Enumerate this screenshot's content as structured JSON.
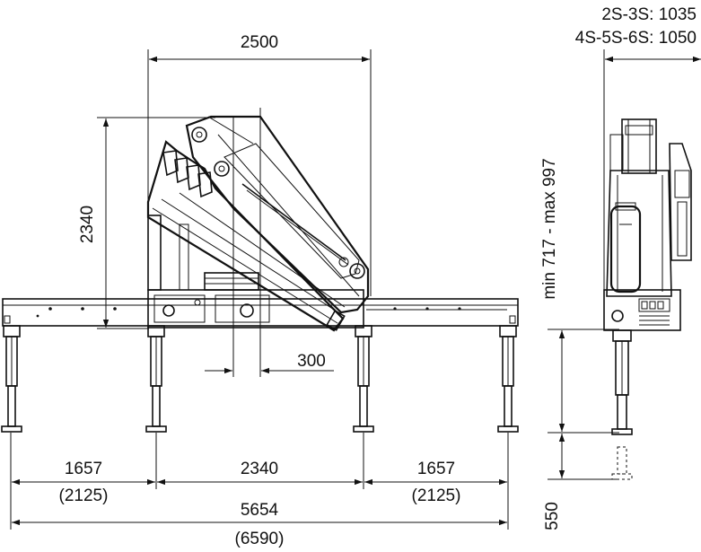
{
  "dimensions": {
    "top_width": "2500",
    "height": "2340",
    "offset": "300",
    "outrigger_left": "1657",
    "outrigger_left_alt": "(2125)",
    "center_spacing": "2340",
    "outrigger_right": "1657",
    "outrigger_right_alt": "(2125)",
    "total_span": "5654",
    "total_span_alt": "(6590)",
    "side_width_a": "2S-3S: 1035",
    "side_width_b": "4S-5S-6S: 1050",
    "side_height": "min 717 - max 997",
    "side_stroke": "550"
  }
}
